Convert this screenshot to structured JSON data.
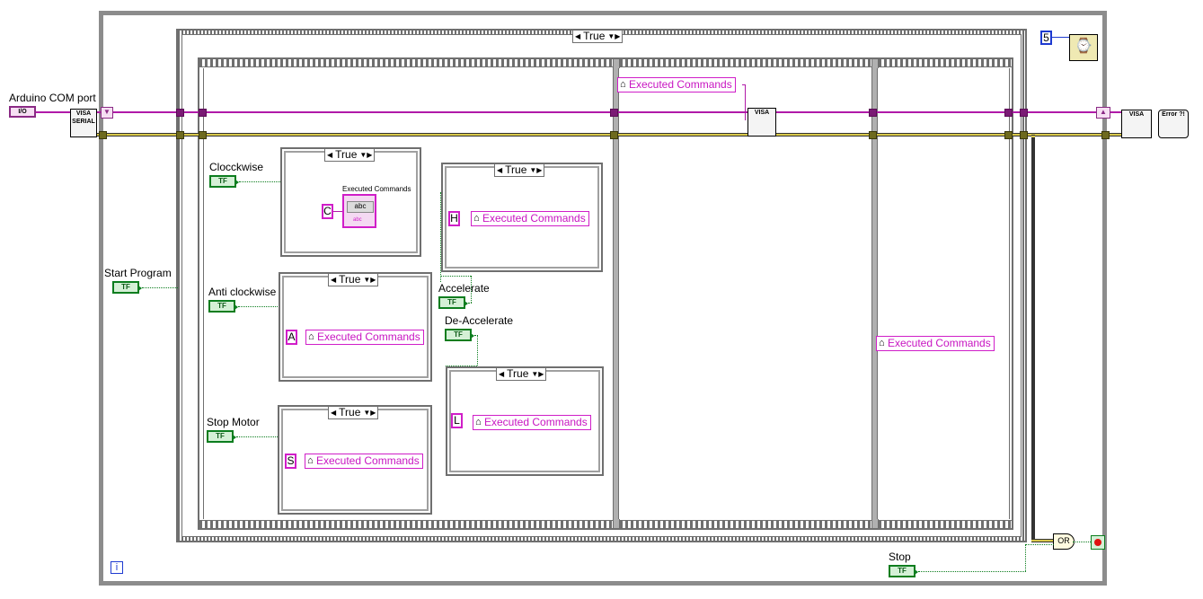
{
  "labels": {
    "arduino_com_port": "Arduino COM port",
    "start_program": "Start  Program",
    "clockwise": "Clocckwise",
    "anti_clockwise": "Anti clockwise",
    "stop_motor": "Stop Motor",
    "accelerate": "Accelerate",
    "de_accelerate": "De-Accelerate",
    "stop": "Stop"
  },
  "cases": {
    "outer": "True",
    "clockwise": "True",
    "anti_clockwise": "True",
    "stop_motor": "True",
    "accelerate": "True",
    "de_accelerate": "True"
  },
  "constants": {
    "wait_ms": "5",
    "clockwise_char": "C",
    "anti_char": "A",
    "stop_char": "S",
    "accel_char": "H",
    "decel_char": "L",
    "io_terminal": "I/O",
    "bool_text": "TF",
    "iteration": "i"
  },
  "variables": {
    "executed_commands": "Executed Commands",
    "indicator_caption": "Executed Commands",
    "indicator_value": "abc"
  },
  "icons": {
    "visa_serial": "VISA SERIAL",
    "visa_write": "VISA",
    "visa_close": "VISA",
    "error_handler": "Error ?!",
    "or": "OR",
    "stop_terminal": "stop-icon",
    "wait": "watch-icon"
  },
  "colors": {
    "string_wire": "#b01aa8",
    "boolean": "#0b7d1e",
    "error_wire": "#d8c84a",
    "structure": "#6f6f6f"
  }
}
